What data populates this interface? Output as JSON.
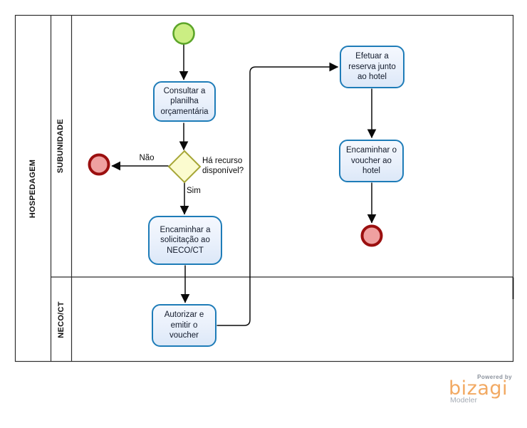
{
  "diagram": {
    "pool": {
      "label": "HOSPEDAGEM"
    },
    "lanes": [
      {
        "label": "SUBUNIDADE"
      },
      {
        "label": "NECO/CT"
      }
    ],
    "nodes": {
      "tasks": [
        {
          "label": "Consultar a\nplanilha\norçamentária"
        },
        {
          "label": "Encaminhar a\nsolicitação ao\nNECO/CT"
        },
        {
          "label": "Autorizar e\nemitir o\nvoucher"
        },
        {
          "label": "Efetuar a\nreserva junto\nao hotel"
        },
        {
          "label": "Encaminhar o\nvoucher ao\nhotel"
        }
      ],
      "gateway": {
        "label": "Há recurso\ndisponível?"
      }
    },
    "flow_labels": {
      "no": "Não",
      "yes": "Sim"
    },
    "colors": {
      "task_border": "#1E7CB8",
      "task_fill": "#E9F0FB",
      "start_fill": "#CBEE83",
      "start_border": "#5CA529",
      "end_fill": "#EFA0A0",
      "end_border": "#9B0F0F",
      "gateway_fill": "#FBFBCF",
      "gateway_border": "#A6A636",
      "flow_line": "#0A0A0A",
      "pool_line": "#2E2E2E",
      "brand_orange": "#F2A962"
    }
  },
  "branding": {
    "powered_by": "Powered by",
    "logo": "bizagi",
    "product": "Modeler"
  }
}
